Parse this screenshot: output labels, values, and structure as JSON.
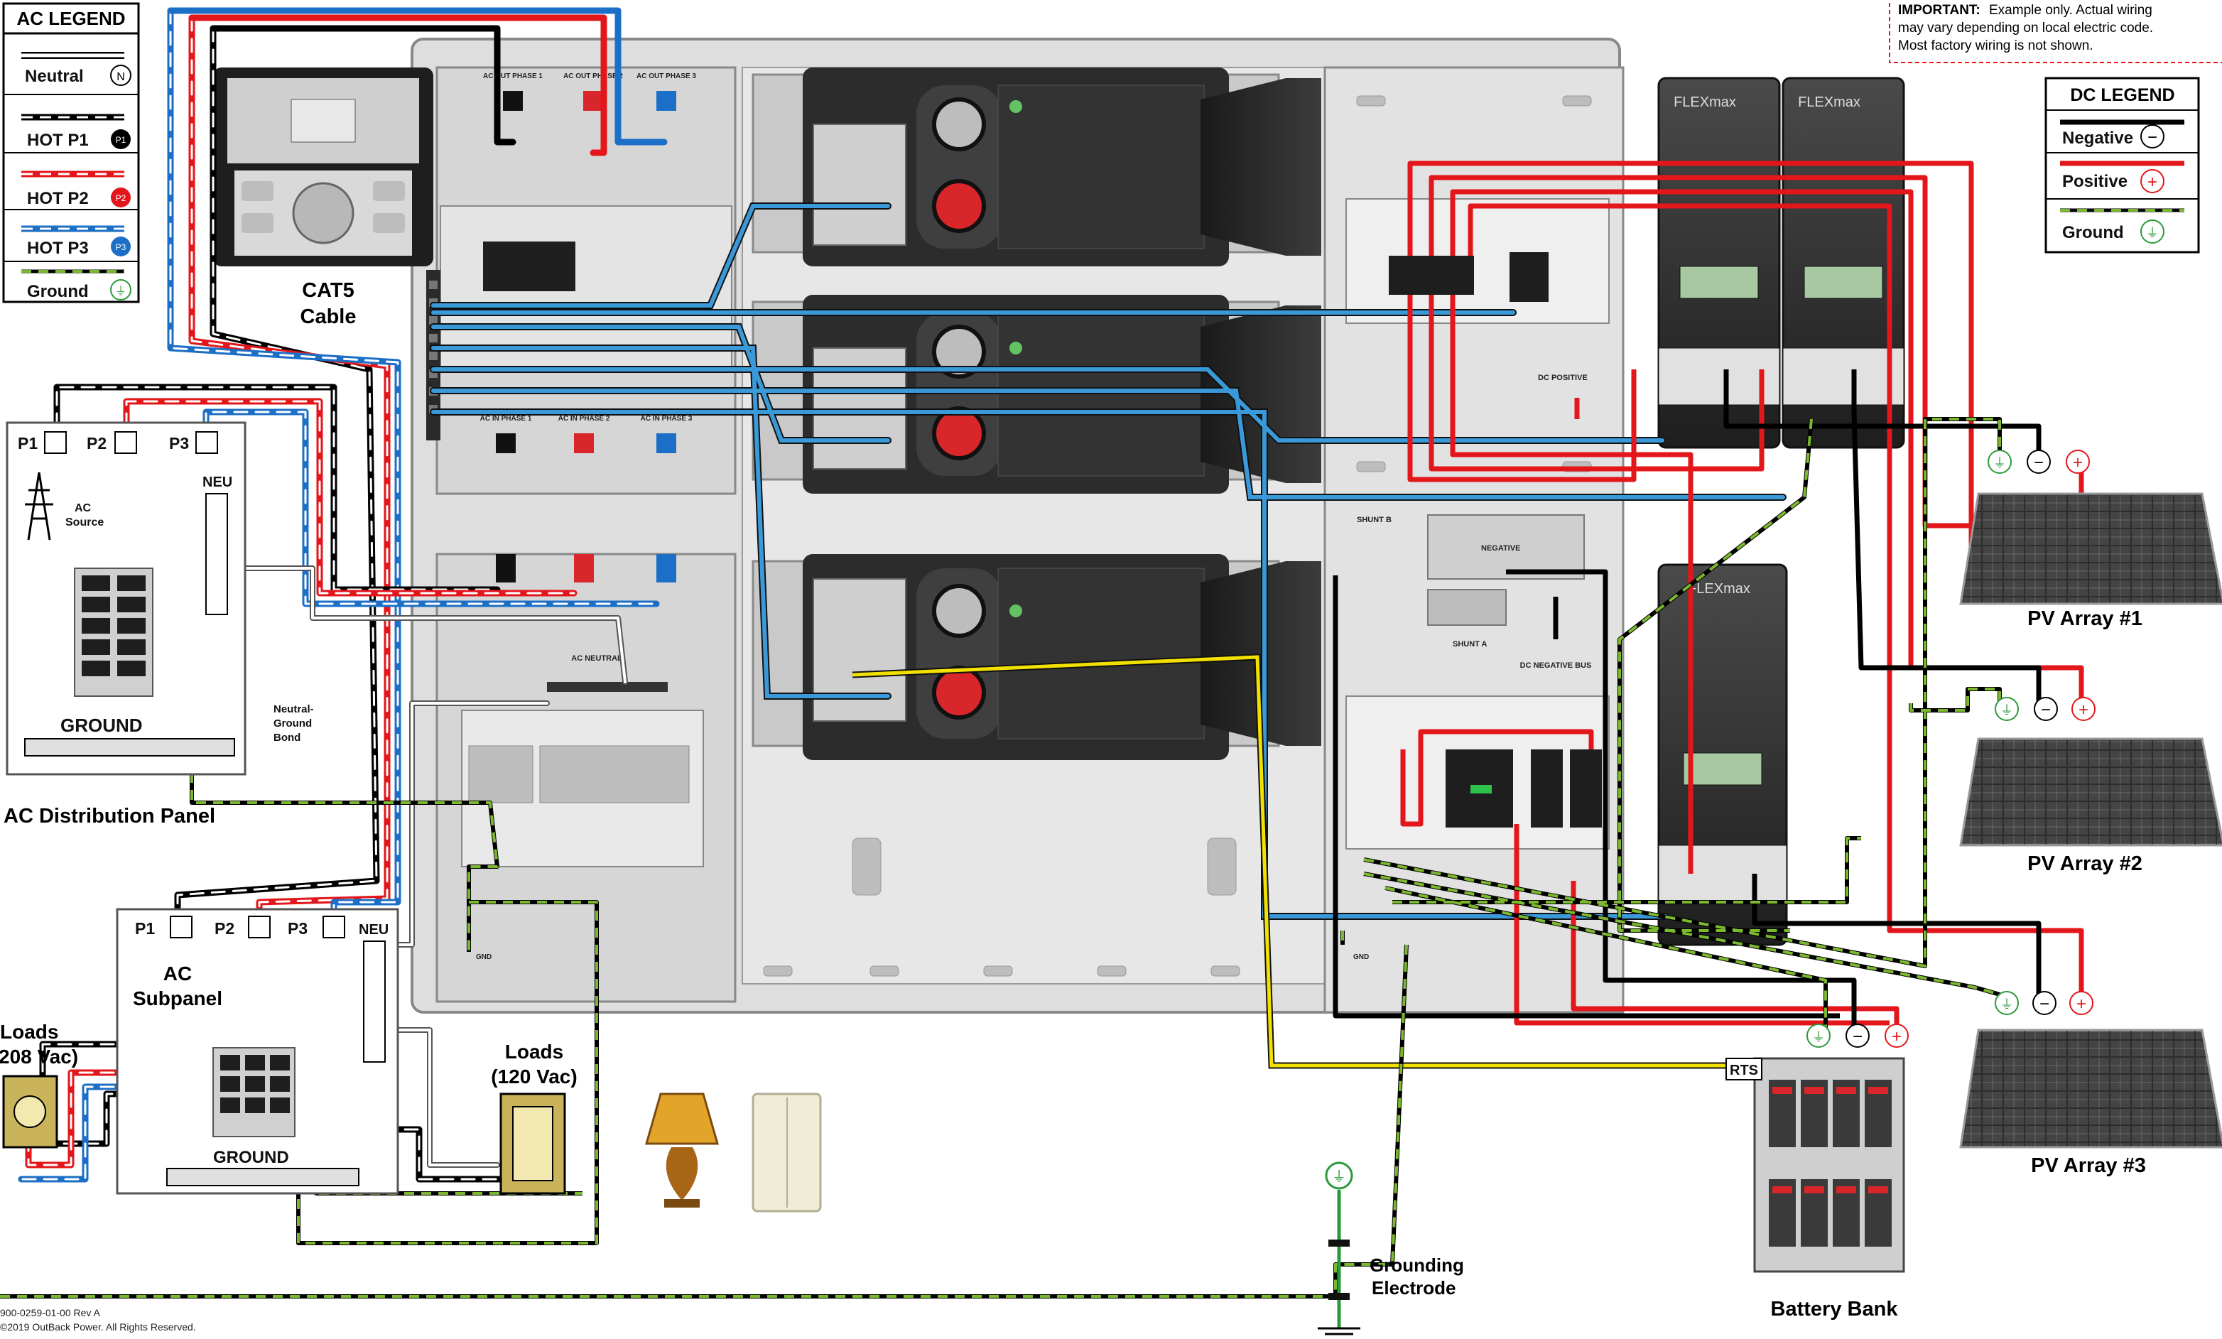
{
  "ac_legend": {
    "title": "AC LEGEND",
    "items": [
      {
        "label": "Neutral",
        "symbol": "N"
      },
      {
        "label": "HOT P1",
        "symbol": "P1"
      },
      {
        "label": "HOT P2",
        "symbol": "P2"
      },
      {
        "label": "HOT P3",
        "symbol": "P3"
      },
      {
        "label": "Ground",
        "symbol": "⏚"
      }
    ]
  },
  "dc_legend": {
    "title": "DC LEGEND",
    "items": [
      {
        "label": "Negative",
        "symbol": "−"
      },
      {
        "label": "Positive",
        "symbol": "+"
      },
      {
        "label": "Ground",
        "symbol": "⏚"
      }
    ]
  },
  "notice": {
    "title": "IMPORTANT:",
    "line1": "Example only.  Actual wiring",
    "line2": "may vary depending on local electric code.",
    "line3": "Most factory wiring is not shown."
  },
  "labels": {
    "cat5_line1": "CAT5",
    "cat5_line2": "Cable",
    "ac_dist_panel": "AC Distribution Panel",
    "ac_subpanel_line1": "AC",
    "ac_subpanel_line2": "Subpanel",
    "ac_source_line1": "AC",
    "ac_source_line2": "Source",
    "neutral_ground_bond_line1": "Neutral-",
    "neutral_ground_bond_line2": "Ground",
    "neutral_ground_bond_line3": "Bond",
    "ground": "GROUND",
    "neu": "NEU",
    "loads_208_line1": "Loads",
    "loads_208_line2": "208 Vac)",
    "loads_120_line1": "Loads",
    "loads_120_line2": "(120 Vac)",
    "grounding_electrode_line1": "Grounding",
    "grounding_electrode_line2": "Electrode",
    "battery_bank": "Battery Bank",
    "rts": "RTS",
    "pv_array_1": "PV Array #1",
    "pv_array_2": "PV Array #2",
    "pv_array_3": "PV Array #3",
    "shunt_a": "SHUNT A",
    "shunt_b": "SHUNT B",
    "dc_negative_bus": "DC NEGATIVE BUS",
    "negative": "NEGATIVE",
    "dc_positive": "DC POSITIVE",
    "ac_neutral": "AC NEUTRAL",
    "gnd": "GND",
    "flexmax": "FLEXmax"
  },
  "panel_terminals": {
    "p1": "P1",
    "p2": "P2",
    "p3": "P3"
  },
  "ac_out": [
    "AC OUT PHASE 1",
    "AC OUT PHASE 2",
    "AC OUT PHASE 3"
  ],
  "ac_in": [
    "AC IN PHASE 1",
    "AC IN PHASE 2",
    "AC IN PHASE 3"
  ],
  "footer": {
    "doc_number": "900-0259-01-00 Rev A",
    "copyright": "©2019 OutBack Power.  All Rights Reserved."
  },
  "colors": {
    "neutral": "#ffffff",
    "hot_p1": "#000000",
    "hot_p2": "#e3161b",
    "hot_p3": "#1c6fc6",
    "ground": "#7cb82f",
    "dc_positive": "#e3161b",
    "dc_negative": "#000000",
    "cat5": "#3a9ad9",
    "rts_cable": "#f2e000"
  }
}
